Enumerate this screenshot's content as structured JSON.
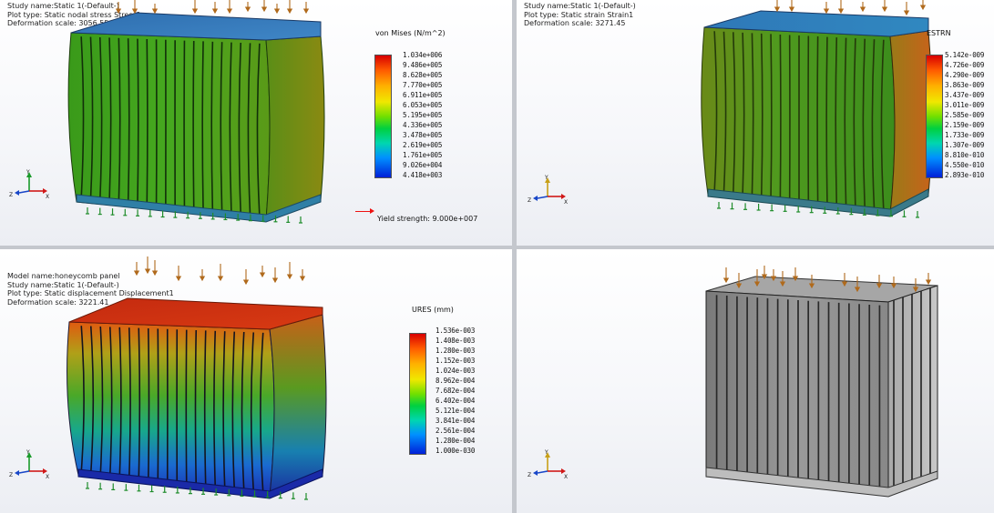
{
  "views": {
    "top_left": {
      "info_lines": [
        "Study name:Static 1(-Default-)",
        "Plot type: Static nodal stress Stress1",
        "Deformation scale: 3056.55"
      ],
      "legend": {
        "title": "von Mises (N/m^2)",
        "labels": [
          "1.034e+006",
          "9.486e+005",
          "8.628e+005",
          "7.770e+005",
          "6.911e+005",
          "6.053e+005",
          "5.195e+005",
          "4.336e+005",
          "3.478e+005",
          "2.619e+005",
          "1.761e+005",
          "9.026e+004",
          "4.418e+003"
        ]
      },
      "yield_strength": "Yield strength: 9.000e+007",
      "model_color": "#3f9e1c"
    },
    "top_right": {
      "info_lines": [
        "Study name:Static 1(-Default-)",
        "Plot type: Static strain Strain1",
        "Deformation scale: 3271.45"
      ],
      "legend": {
        "title": "ESTRN",
        "labels": [
          "5.142e-009",
          "4.726e-009",
          "4.290e-009",
          "3.863e-009",
          "3.437e-009",
          "3.011e-009",
          "2.585e-009",
          "2.159e-009",
          "1.733e-009",
          "1.307e-009",
          "8.810e-010",
          "4.550e-010",
          "2.893e-010"
        ]
      },
      "model_color": "#4b9a1e"
    },
    "bottom_left": {
      "info_lines": [
        "Model name:honeycomb panel",
        "Study name:Static 1(-Default-)",
        "Plot type: Static displacement Displacement1",
        "Deformation scale: 3221.41"
      ],
      "legend": {
        "title": "URES (mm)",
        "labels": [
          "1.536e-003",
          "1.408e-003",
          "1.280e-003",
          "1.152e-003",
          "1.024e-003",
          "8.962e-004",
          "7.682e-004",
          "6.402e-004",
          "5.121e-004",
          "3.841e-004",
          "2.561e-004",
          "1.280e-004",
          "1.000e-030"
        ]
      }
    },
    "bottom_right": {
      "model_color": "#8e8e8e"
    }
  },
  "triad": {
    "x": "X",
    "y": "Y",
    "z": "Z"
  },
  "colors": {
    "fixture_green": "#1e8c2a",
    "load_arrow": "#b06a1c",
    "yield_arrow": "#e11111"
  }
}
